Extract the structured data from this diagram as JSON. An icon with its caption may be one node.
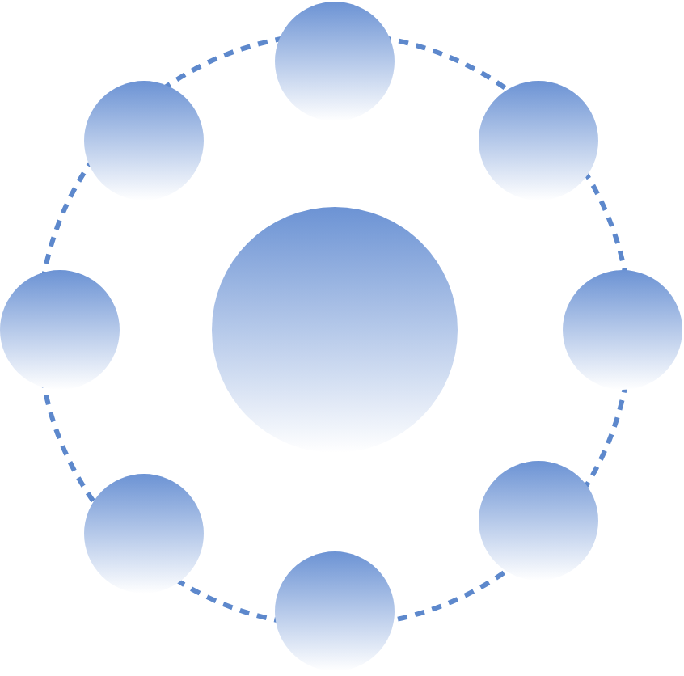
{
  "diagram": {
    "nodes": [
      {
        "text": [],
        "shape": "circle"
      },
      {
        "text": [],
        "shape": "circle"
      },
      {
        "text": [],
        "shape": "circle"
      },
      {
        "text": [],
        "shape": "circle"
      },
      {
        "text": [],
        "shape": "circle"
      },
      {
        "text": [],
        "shape": "circle"
      },
      {
        "text": [],
        "shape": "circle"
      },
      {
        "text": [],
        "shape": "circle"
      },
      {
        "text": [],
        "shape": "circle"
      }
    ]
  }
}
